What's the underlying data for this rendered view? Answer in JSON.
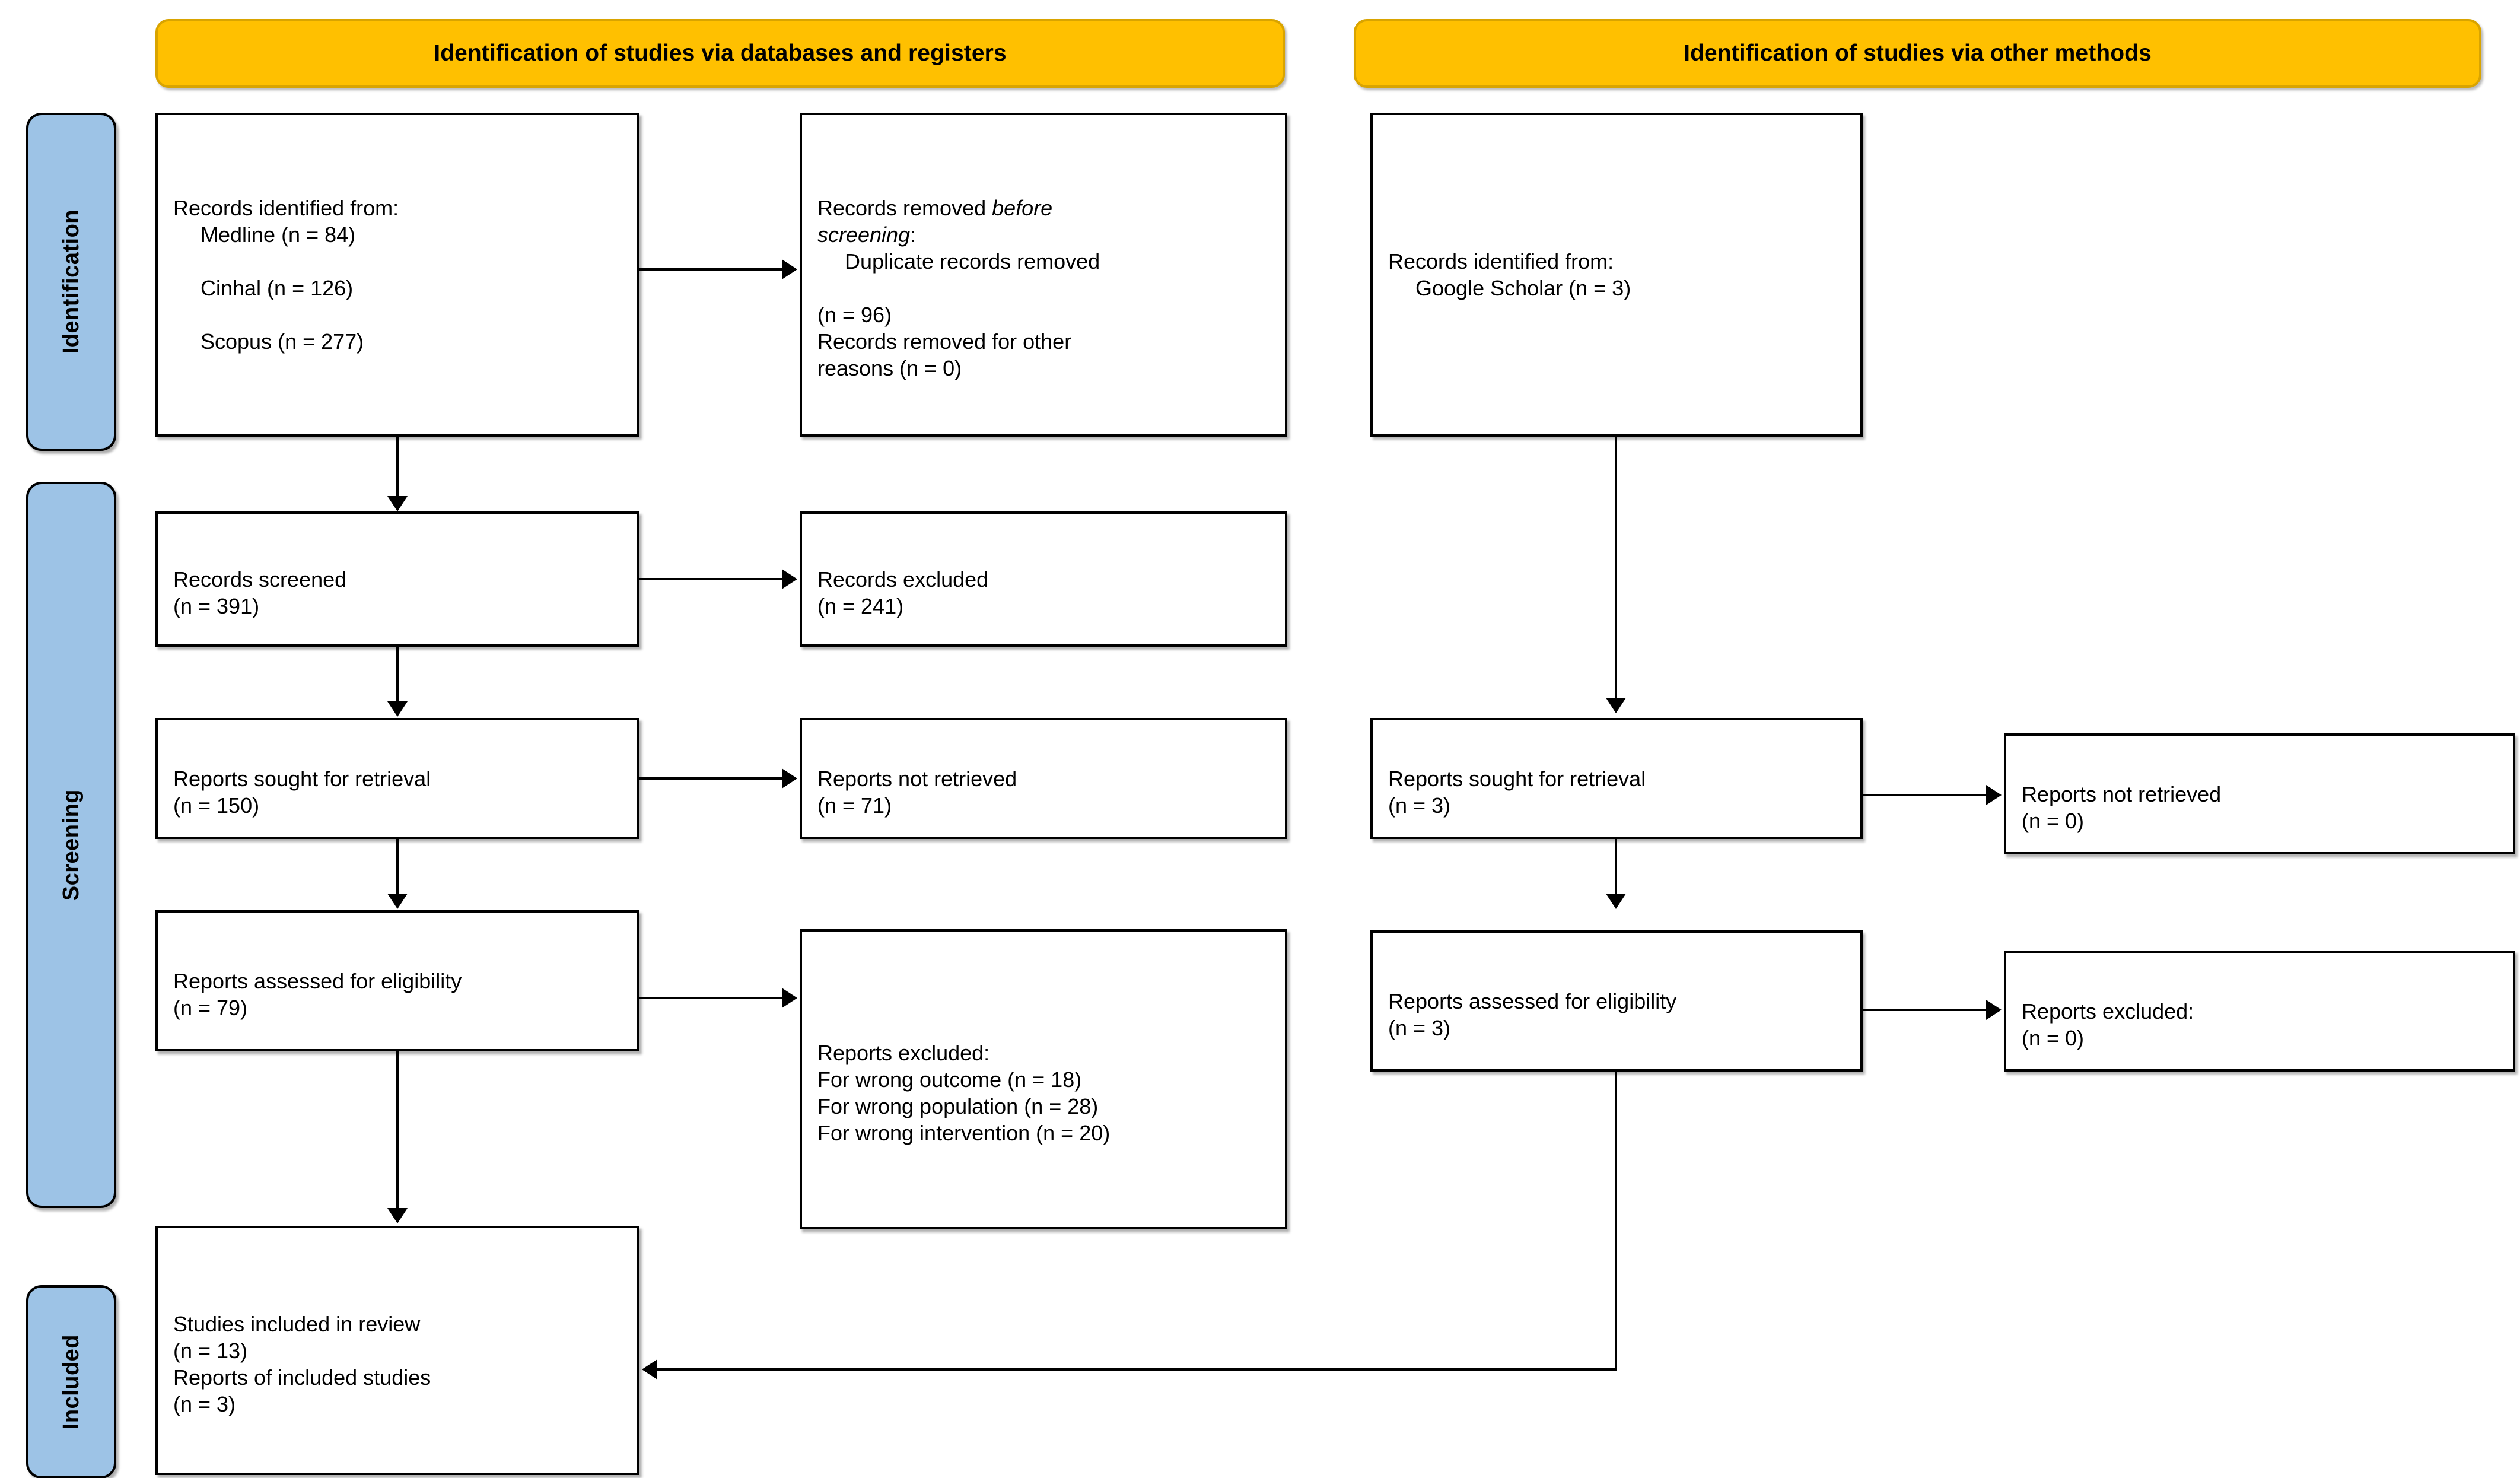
{
  "diagram": {
    "title": "PRISMA 2020 flow diagram",
    "type": "prisma-flow-diagram",
    "colors": {
      "header_fill": "#FFC000",
      "header_border": "#D9A400",
      "stage_fill": "#9DC3E6",
      "box_border": "#000000",
      "box_fill": "#FFFFFF"
    }
  },
  "headers": {
    "left": "Identification of studies via databases and registers",
    "right": "Identification of studies via other methods"
  },
  "stages": {
    "identification": "Identification",
    "screening": "Screening",
    "included": "Included"
  },
  "left_column": {
    "records_identified": {
      "line1": "Records identified from:",
      "line2": "Medline (n = 84)",
      "line3": "Cinhal (n = 126)",
      "line4": "Scopus (n = 277)"
    },
    "records_removed": {
      "line1_a": "Records removed ",
      "line1_b": "before",
      "line2_a": "screening",
      "line2_b": ":",
      "line3": "Duplicate records removed",
      "line4": "(n = 96)",
      "line5": "Records removed for other",
      "line6": "reasons (n = 0)"
    },
    "records_screened": {
      "line1": "Records screened",
      "line2": "(n = 391)"
    },
    "records_excluded": {
      "line1": "Records excluded",
      "line2": "(n = 241)"
    },
    "reports_sought": {
      "line1": "Reports sought for retrieval",
      "line2": "(n = 150)"
    },
    "reports_not_retrieved": {
      "line1": "Reports not retrieved",
      "line2": "(n = 71)"
    },
    "reports_assessed": {
      "line1": "Reports assessed for eligibility",
      "line2": "(n = 79)"
    },
    "reports_excluded": {
      "line1": "Reports excluded:",
      "line2": "For wrong outcome (n = 18)",
      "line3": "For wrong population (n = 28)",
      "line4": "For wrong intervention (n = 20)"
    },
    "studies_included": {
      "line1": "Studies included in review",
      "line2": "(n = 13)",
      "line3": "Reports of included studies",
      "line4": "(n = 3)"
    }
  },
  "right_column": {
    "records_identified": {
      "line1": "Records identified from:",
      "line2": "Google Scholar (n = 3)"
    },
    "reports_sought": {
      "line1": "Reports sought for retrieval",
      "line2": "(n = 3)"
    },
    "reports_not_retrieved": {
      "line1": "Reports not retrieved",
      "line2": "(n = 0)"
    },
    "reports_assessed": {
      "line1": "Reports assessed for eligibility",
      "line2": "(n = 3)"
    },
    "reports_excluded": {
      "line1": "Reports excluded:",
      "line2": "(n = 0)"
    }
  },
  "counts": {
    "medline": 84,
    "cinhal": 126,
    "scopus": 277,
    "duplicates_removed": 96,
    "removed_other_reasons": 0,
    "records_screened": 391,
    "records_excluded": 241,
    "reports_sought": 150,
    "reports_not_retrieved": 71,
    "reports_assessed": 79,
    "excluded_wrong_outcome": 18,
    "excluded_wrong_population": 28,
    "excluded_wrong_intervention": 20,
    "studies_included": 13,
    "reports_of_included_studies": 3,
    "other_google_scholar": 3,
    "other_reports_sought": 3,
    "other_reports_not_retrieved": 0,
    "other_reports_assessed": 3,
    "other_reports_excluded": 0
  }
}
